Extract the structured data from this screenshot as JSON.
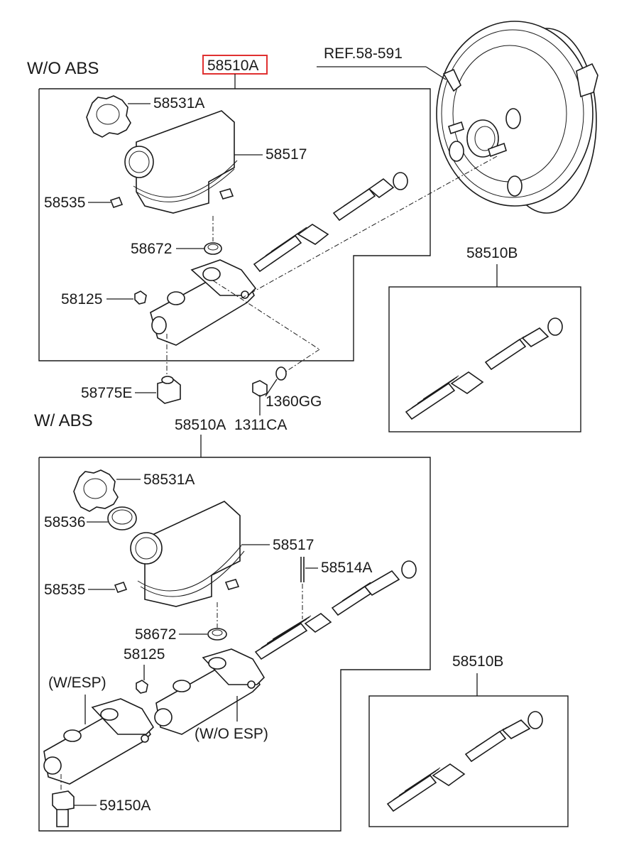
{
  "sections": {
    "wo_abs": "W/O ABS",
    "w_abs": "W/ ABS"
  },
  "labels": {
    "ref": "REF.58-591",
    "top_assembly": "58510A",
    "top_cap": "58531A",
    "top_reservoir": "58517",
    "top_sensor": "58535",
    "top_grommet": "58672",
    "top_plug": "58125",
    "fitting": "58775E",
    "nut": "1311CA",
    "washer": "1360GG",
    "kit_top": "58510B",
    "bottom_assembly": "58510A",
    "bottom_cap": "58531A",
    "bottom_filter": "58536",
    "bottom_reservoir": "58517",
    "bottom_pin": "58514A",
    "bottom_sensor": "58535",
    "bottom_grommet": "58672",
    "bottom_plug": "58125",
    "w_esp": "(W/ESP)",
    "wo_esp": "(W/O ESP)",
    "switch": "59150A",
    "kit_bottom": "58510B"
  },
  "highlight_color": "#e03030",
  "line_color": "#1a1a1a"
}
